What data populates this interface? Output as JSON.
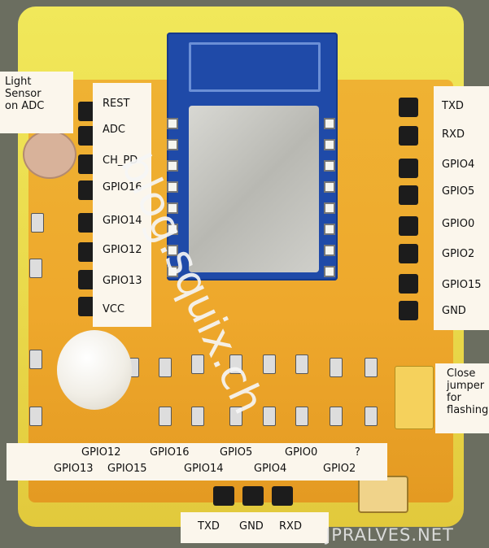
{
  "photo": {
    "watermark": "blog.squix.ch",
    "corner_watermark": "JPRALVES.NET"
  },
  "left_pins": [
    "REST",
    "ADC",
    "CH_PD",
    "GPIO16",
    "GPIO14",
    "GPIO12",
    "GPIO13",
    "VCC"
  ],
  "right_pins": [
    "TXD",
    "RXD",
    "GPIO4",
    "GPIO5",
    "GPIO0",
    "GPIO2",
    "GPIO15",
    "GND"
  ],
  "light_sensor_label": "Light\nSensor\non ADC",
  "jumper_label": "Close\njumper\nfor\nflashing",
  "bottom_top_row": [
    "GPIO12",
    "GPIO16",
    "GPIO5",
    "GPIO0",
    "?"
  ],
  "bottom_bottom_row": [
    "GPIO13",
    "GPIO15",
    "GPIO14",
    "GPIO4",
    "GPIO2"
  ],
  "serial_pins": [
    "TXD",
    "GND",
    "RXD"
  ]
}
